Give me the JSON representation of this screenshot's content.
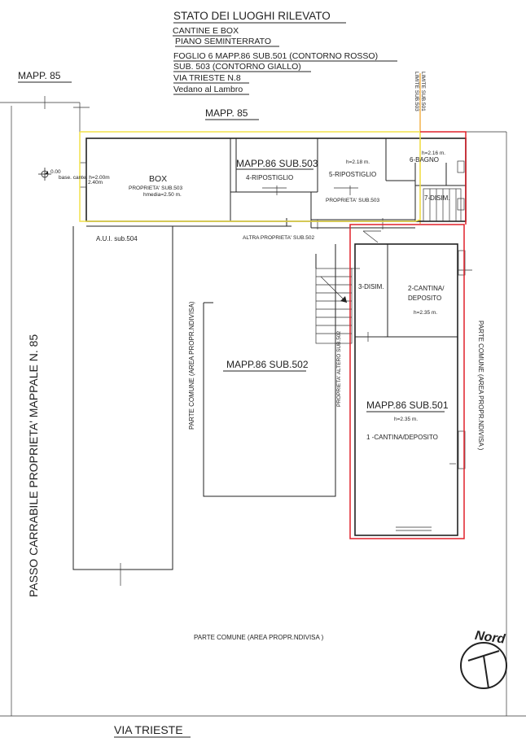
{
  "header": {
    "title": "STATO DEI LUOGHI RILEVATO",
    "lines": [
      "CANTINE E BOX",
      "PIANO SEMINTERRATO",
      "FOGLIO 6  MAPP.86 SUB.501 (CONTORNO ROSSO)",
      "SUB. 503 (CONTORNO GIALLO)",
      "VIA TRIESTE  N.8",
      "Vedano al Lambro"
    ]
  },
  "labels": {
    "mapp85_left": "MAPP. 85",
    "mapp85_center": "MAPP. 85",
    "limite_sub_1": "LIMITE SUB.501",
    "limite_sub_2": "LIMITE SUB.503",
    "box_title": "BOX",
    "box_owner": "PROPRIETA' SUB.503",
    "box_height": "hmedia=2.50 m.",
    "elev_0": "0.00",
    "trave": "base. cante. h=2.00m",
    "trave2": "2.40m",
    "sub503_title": "MAPP.86 SUB.503",
    "ripostiglio4": "4-RIPOSTIGLIO",
    "h_218": "h=2.18 m.",
    "ripostiglio5": "5-RIPOSTIGLIO",
    "h_216": "h=2.16 m.",
    "bagno": "6-BAGNO",
    "disim7": "7-DISIM.",
    "prop503": "PROPRIETA' SUB.503",
    "aui504": "A.U.I. sub.504",
    "altra_prop": "ALTRA PROPRIETA' SUB.502",
    "disim3": "3-DISIM.",
    "cantina2_a": "2-CANTINA/",
    "cantina2_b": "DEPOSITO",
    "h_235a": "h=2.35 m.",
    "sub502_title": "MAPP.86 SUB.502",
    "prop_altre": "PROPRIETA' ALTERO SUB.502",
    "sub501_title": "MAPP.86 SUB.501",
    "h_235b": "h=2.35 m.",
    "cantina1": "1 -CANTINA/DEPOSITO",
    "parte_comune_left": "PARTE COMUNE (AREA PROPR.NDIVISA)",
    "parte_comune_right": "PARTE COMUNE (AREA PROPR.NDIVISA )",
    "parte_comune_bottom": "PARTE COMUNE (AREA PROPR.NDIVISA )",
    "passo": "PASSO CARRABILE PROPRIETA' MAPPALE N. 85",
    "nord": "Nord",
    "street": "VIA  TRIESTE"
  },
  "colors": {
    "sub501_outline": "#e0202a",
    "sub503_outline": "#f2e24a",
    "limit_line": "#f0a020",
    "lines": "#222222"
  }
}
